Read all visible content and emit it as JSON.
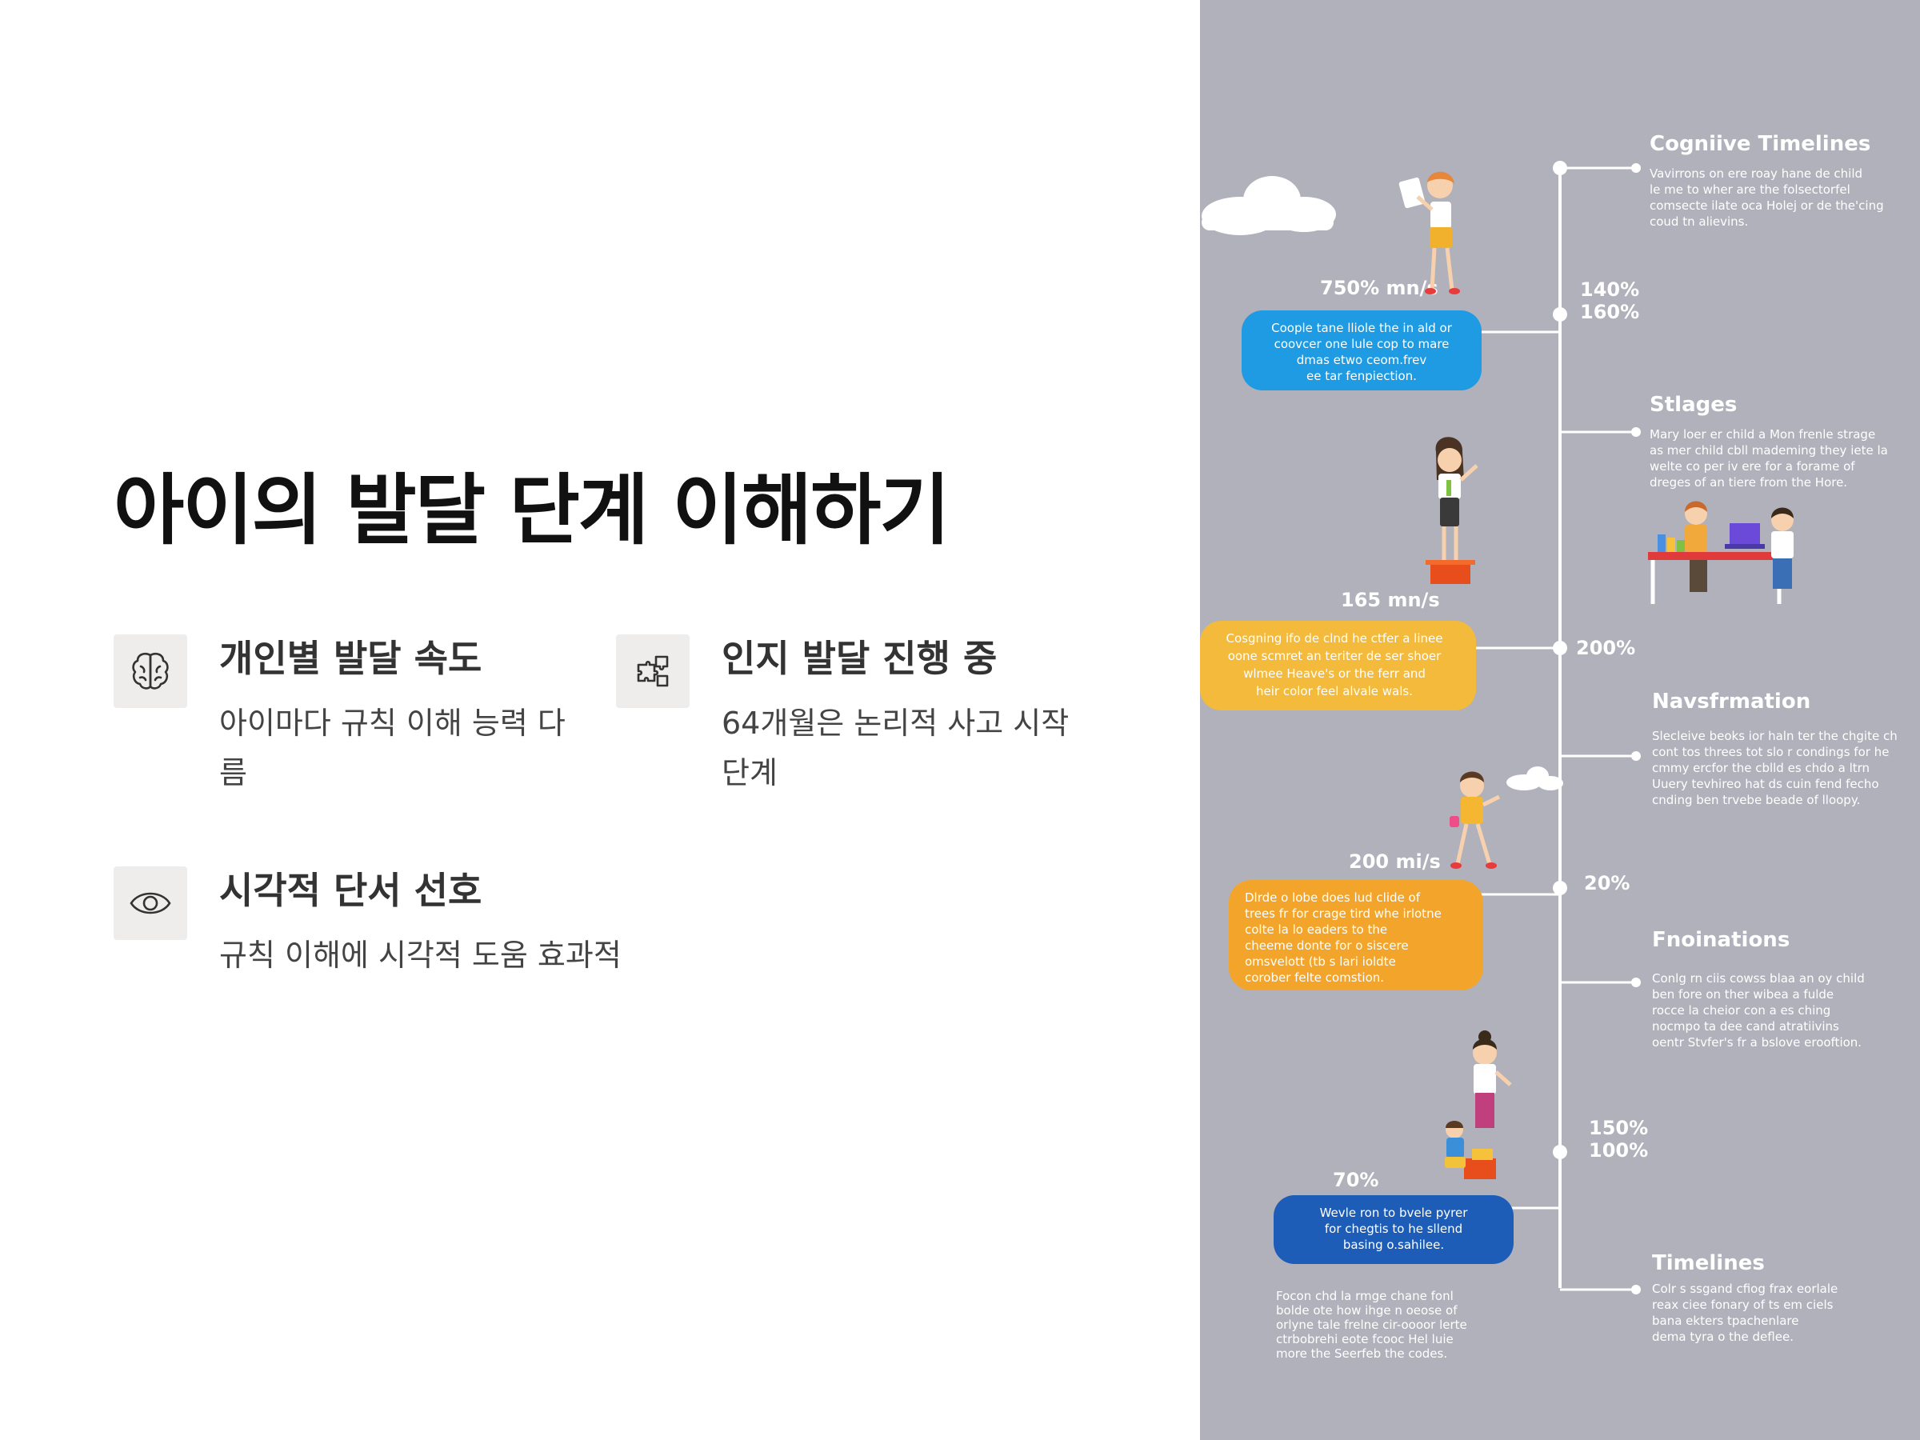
{
  "heading": "아이의 발달 단계 이해하기",
  "features": [
    {
      "icon": "brain-icon",
      "title": "개인별 발달 속도",
      "desc": "아이마다 규칙 이해 능력 다름"
    },
    {
      "icon": "puzzle-icon",
      "title": "인지 발달 진행 중",
      "desc": "64개월은 논리적 사고 시작 단계"
    },
    {
      "icon": "eye-icon",
      "title": "시각적 단서 선호",
      "desc": "규칙 이해에 시각적 도움 효과적"
    }
  ],
  "illustration": {
    "background": "#b0b1bb",
    "sections": [
      {
        "title": "Cogniive Timelines",
        "lines": [
          "Vavirrons on ere roay hane de child",
          "le me to wher are the folsectorfel",
          "comsecte ilate oca Holej or de the'cing",
          "coud tn alievins."
        ]
      },
      {
        "title": "Stlages",
        "lines": [
          "Mary loer er child a Mon frenle strage",
          "as mer child cbll mademing they iete la",
          "welte co per iv ere for a forame of",
          "dreges of an tiere from the Hore."
        ]
      },
      {
        "title": "Navsfrmation",
        "lines": [
          "Slecleive beoks ior haln ter the chgite ch",
          "cont tos threes tot slo r condings for he",
          "cmmy ercfor the cblld es chdo a ltrn",
          "Uuery tevhireo hat ds cuin fend fecho",
          "cnding ben trvebe beade of lloopy."
        ]
      },
      {
        "title": "Fnoinations",
        "lines": [
          "Conlg rn ciis cowss blaa an oy child",
          "ben fore on ther wibea a fulde",
          "rocce la cheior con a es ching",
          "nocmpo ta dee cand atratiivins",
          "oentr Stvfer's fr a bslove erooftion."
        ]
      },
      {
        "title": "Timelines",
        "lines": [
          "Colr s ssgand cfiog frax eorlale",
          "reax ciee fonary of ts em ciels",
          "bana ekters tpachenlare",
          "dema tyra o the deflee."
        ]
      }
    ],
    "percents": [
      "140%",
      "160%",
      "200%",
      "20%",
      "150%",
      "100%"
    ],
    "labels": [
      "750% mn/s",
      "165 mn/s",
      "200 mi/s",
      "70%"
    ],
    "bubbles": [
      {
        "color": "#1e9be3",
        "lines": [
          "Coople tane lliole the in ald or",
          "coovcer one lule cop to mare",
          "dmas etwo ceom.frev",
          "ee tar fenpiection."
        ]
      },
      {
        "color": "#f4ba3c",
        "lines": [
          "Cosgning ifo de clnd he ctfer a linee",
          "oone scmret an teriter de ser shoer",
          "wlmee Heave's or the ferr and",
          "heir color feel alvale wals."
        ]
      },
      {
        "color": "#f3a52b",
        "lines": [
          "Dlrde o lobe does lud clide of",
          "trees fr for crage tird whe irlotne",
          "colte la lo eaders to the",
          "cheeme donte for o siscere",
          "omsvelott (tb s lari ioldte",
          "corober felte comstion."
        ]
      },
      {
        "color": "#1e5db7",
        "lines": [
          "Wevle ron to bvele pyrer",
          "for chegtis to he sllend",
          "basing o.sahilee."
        ]
      }
    ],
    "footnote": [
      "Focon chd la rmge chane fonl",
      "bolde ote how ihge n oeose of",
      "orlyne tale frelne cir-oooor lerte",
      "ctrbobrehi eote fcooc Hel luie",
      "more the Seerfeb the codes."
    ]
  }
}
